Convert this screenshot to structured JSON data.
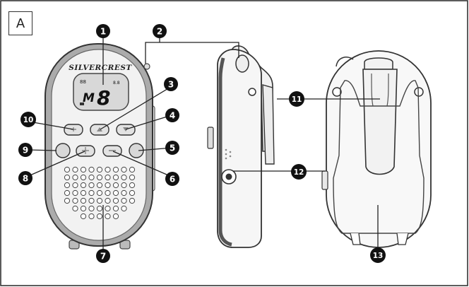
{
  "panel": {
    "letter": "A"
  },
  "device": {
    "brand": "SILVERCREST"
  },
  "lcd": {
    "channel_prefix": "M",
    "channel_digit": "8",
    "small_top": "88",
    "small_right": "8.8"
  },
  "callouts": [
    {
      "id": "1",
      "label": "1"
    },
    {
      "id": "2",
      "label": "2"
    },
    {
      "id": "3",
      "label": "3"
    },
    {
      "id": "4",
      "label": "4"
    },
    {
      "id": "5",
      "label": "5"
    },
    {
      "id": "6",
      "label": "6"
    },
    {
      "id": "7",
      "label": "7"
    },
    {
      "id": "8",
      "label": "8"
    },
    {
      "id": "9",
      "label": "9"
    },
    {
      "id": "10",
      "label": "10"
    },
    {
      "id": "11",
      "label": "11"
    },
    {
      "id": "12",
      "label": "12"
    },
    {
      "id": "13",
      "label": "13"
    }
  ]
}
